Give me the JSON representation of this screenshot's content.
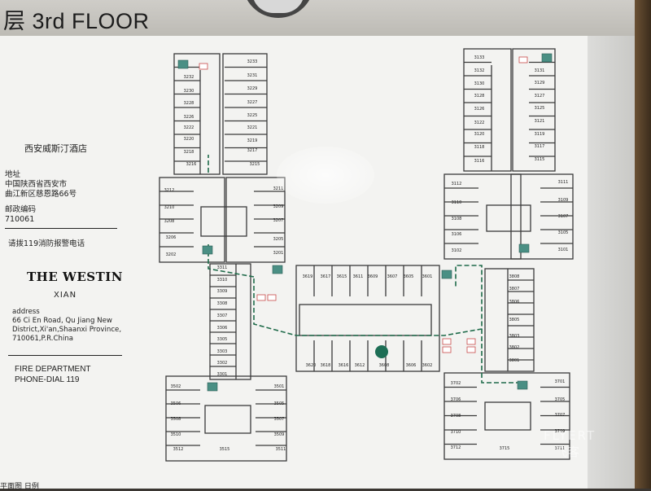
{
  "header": {
    "title": "层 3rd FLOOR"
  },
  "hotel": {
    "name_zh": "西安威斯汀酒店",
    "address_label_zh": "地址",
    "address_line1_zh": "中国陕西省西安市",
    "address_line2_zh": "曲江新区慈恩路66号",
    "postal_label_zh": "邮政编码",
    "postal_code": "710061",
    "fire_notice_zh": "请拨119消防报警电话",
    "logo": "THE WESTIN",
    "city": "XIAN",
    "address_label_en": "address",
    "address_en_line1": "66 Ci En Road, Qu Jiang New",
    "address_en_line2": "District,Xi'an,Shaanxi Province,",
    "address_en_line3": "710061,P.R.China",
    "fire_line1": "FIRE DEPARTMENT",
    "fire_line2": "PHONE-DIAL 119",
    "bottom_fragment": "平面图 日例"
  },
  "watermark": {
    "top": "FLYERT",
    "bottom": "飞客"
  },
  "colors": {
    "wall": "#3a3a3a",
    "escape_route": "#1f6b4a",
    "stair": "#4a8f84",
    "exit_sign": "#c84a4a",
    "you_are_here": "#1d6e55"
  },
  "rooms": {
    "3200": [
      "3233",
      "3232",
      "3231",
      "3230",
      "3229",
      "3228",
      "3227",
      "3226",
      "3225",
      "3222",
      "3221",
      "3220",
      "3219",
      "3218",
      "3217",
      "3216",
      "3215",
      "3212",
      "3211",
      "3210",
      "3209",
      "3208",
      "3207",
      "3206",
      "3205",
      "3202",
      "3201"
    ],
    "3100": [
      "3133",
      "3132",
      "3131",
      "3130",
      "3129",
      "3128",
      "3127",
      "3126",
      "3125",
      "3122",
      "3121",
      "3120",
      "3119",
      "3118",
      "3117",
      "3116",
      "3115",
      "3112",
      "3111",
      "3110",
      "3109",
      "3108",
      "3107",
      "3106",
      "3105",
      "3102",
      "3101"
    ],
    "3300": [
      "3311",
      "3310",
      "3309",
      "3308",
      "3307",
      "3306",
      "3305",
      "3303",
      "3302",
      "3301"
    ],
    "3500": [
      "3502",
      "3501",
      "3506",
      "3505",
      "3508",
      "3507",
      "3510",
      "3509",
      "3512",
      "3511",
      "3515"
    ],
    "3600": [
      "3619",
      "3617",
      "3615",
      "3611",
      "3609",
      "3607",
      "3605",
      "3601",
      "3620",
      "3618",
      "3616",
      "3612",
      "3608",
      "3606",
      "3602"
    ],
    "3800": [
      "3808",
      "3807",
      "3806",
      "3805",
      "3803",
      "3802",
      "3801"
    ],
    "3700": [
      "3702",
      "3701",
      "3706",
      "3705",
      "3708",
      "3707",
      "3710",
      "3709",
      "3712",
      "3711",
      "3715"
    ]
  }
}
